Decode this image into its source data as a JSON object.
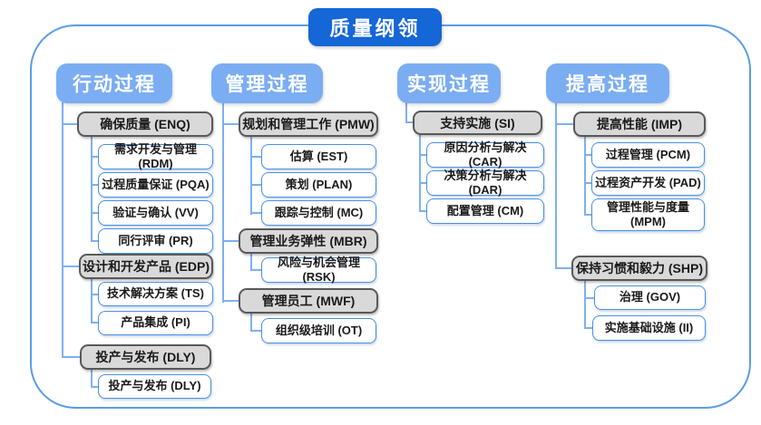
{
  "title": "质量纲领",
  "colors": {
    "title_bg": "#1566d6",
    "header_bg": "#7badf2",
    "parent_bg": "#d9d9d9",
    "parent_border": "#595959",
    "child_border": "#4a90e2",
    "connector": "#7fb0f0",
    "frame_border": "#5b9ce6"
  },
  "columns": [
    {
      "header": "行动过程",
      "groups": [
        {
          "parent": "确保质量 (ENQ)",
          "children": [
            "需求开发与管理 (RDM)",
            "过程质量保证 (PQA)",
            "验证与确认 (VV)",
            "同行评审 (PR)"
          ]
        },
        {
          "parent": "设计和开发产品 (EDP)",
          "children": [
            "技术解决方案 (TS)",
            "产品集成 (PI)"
          ]
        },
        {
          "parent": "投产与发布 (DLY)",
          "children": [
            "投产与发布 (DLY)"
          ]
        }
      ]
    },
    {
      "header": "管理过程",
      "groups": [
        {
          "parent": "规划和管理工作 (PMW)",
          "children": [
            "估算 (EST)",
            "策划 (PLAN)",
            "跟踪与控制 (MC)"
          ]
        },
        {
          "parent": "管理业务弹性 (MBR)",
          "children": [
            "风险与机会管理 (RSK)"
          ]
        },
        {
          "parent": "管理员工 (MWF)",
          "children": [
            "组织级培训 (OT)"
          ]
        }
      ]
    },
    {
      "header": "实现过程",
      "groups": [
        {
          "parent": "支持实施 (SI)",
          "children": [
            "原因分析与解决 (CAR)",
            "决策分析与解决 (DAR)",
            "配置管理 (CM)"
          ]
        }
      ]
    },
    {
      "header": "提高过程",
      "groups": [
        {
          "parent": "提高性能 (IMP)",
          "children": [
            "过程管理 (PCM)",
            "过程资产开发 (PAD)",
            "管理性能与度量 (MPM)"
          ]
        },
        {
          "parent": "保持习惯和毅力 (SHP)",
          "children": [
            "治理 (GOV)",
            "实施基础设施 (II)"
          ]
        }
      ]
    }
  ]
}
